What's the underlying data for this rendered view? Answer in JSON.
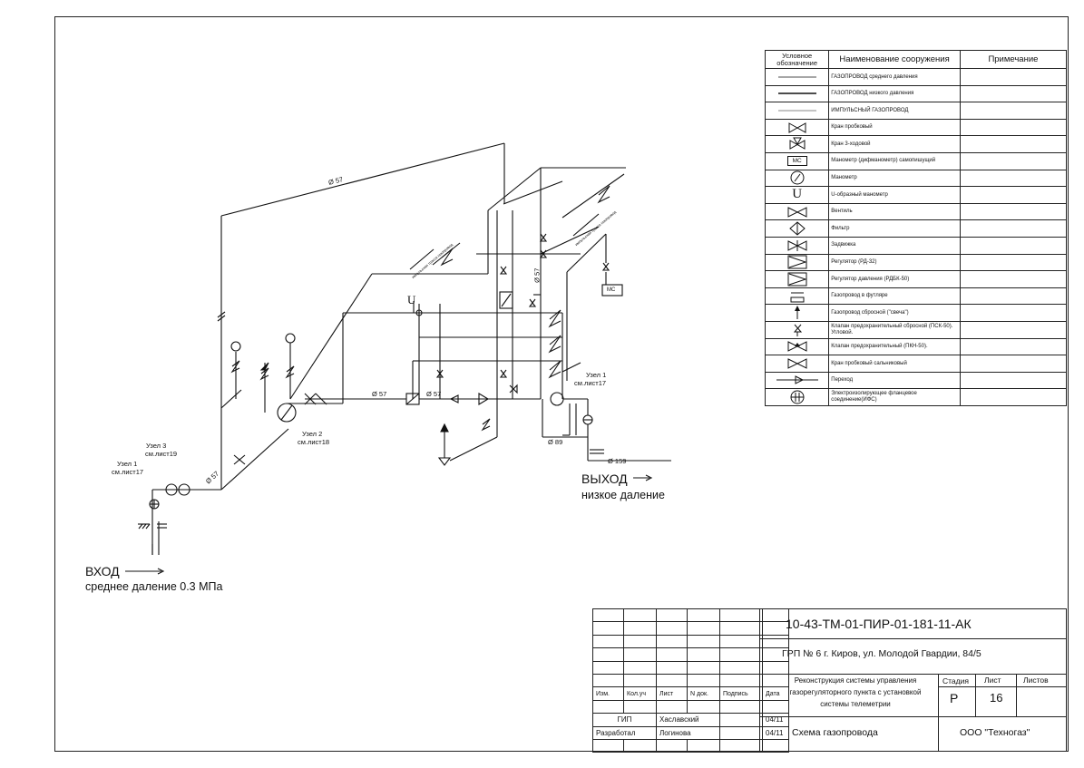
{
  "legend": {
    "headers": {
      "symbol": "Условное обозначение",
      "name": "Наименование сооружения",
      "remark": "Примечание"
    },
    "rows": [
      {
        "symbol": "line-icon",
        "name": "ГАЗОПРОВОД среднего давления"
      },
      {
        "symbol": "thick-line-icon",
        "name": "ГАЗОПРОВОД низкого давления"
      },
      {
        "symbol": "thin-line-icon",
        "name": "ИМПУЛЬСНЫЙ ГАЗОПРОВОД"
      },
      {
        "symbol": "plug-valve-icon",
        "name": "Кран пробковый"
      },
      {
        "symbol": "three-way-valve-icon",
        "name": "Кран 3-ходовой"
      },
      {
        "symbol": "ms-box-icon",
        "name": "Манометр (дифманометр) самопишущий",
        "box_text": "МС"
      },
      {
        "symbol": "gauge-icon",
        "name": "Манометр"
      },
      {
        "symbol": "u-gauge-icon",
        "name": "U-образный манометр",
        "glyph": "U"
      },
      {
        "symbol": "shutoff-valve-icon",
        "name": "Вентиль"
      },
      {
        "symbol": "filter-icon",
        "name": "Фильтр"
      },
      {
        "symbol": "gate-valve-icon",
        "name": "Задвижка"
      },
      {
        "symbol": "regulator-icon",
        "name": "Регулятор (РД-32)"
      },
      {
        "symbol": "pressure-regulator-icon",
        "name": "Регулятор давления (РДБК-50)"
      },
      {
        "symbol": "casing-icon",
        "name": "Газопровод в футляре"
      },
      {
        "symbol": "vent-arrow-icon",
        "name": "Газопровод сбросной (\"свеча\")"
      },
      {
        "symbol": "relief-valve-icon",
        "name": "Клапан предохранительный сбросной (ПСК-50). Угловой."
      },
      {
        "symbol": "safety-shutoff-icon",
        "name": "Клапан предохранительный (ПКН-50)."
      },
      {
        "symbol": "steel-plug-valve-icon",
        "name": "Кран пробковый сальниковый"
      },
      {
        "symbol": "transition-icon",
        "name": "Переход"
      },
      {
        "symbol": "insulating-flange-icon",
        "name": "Электроизолирующее фланцевое соединение(ИФС)"
      }
    ]
  },
  "diagram": {
    "labels": {
      "d57_top": "Ø 57",
      "d57_vertical": "Ø 57",
      "d57_left": "Ø 57",
      "d57_mid1": "Ø 57",
      "d57_mid2": "Ø 57",
      "d89": "Ø 89",
      "d159": "Ø 159",
      "ms_box": "МС",
      "u_glyph": "U",
      "node1_right_a": "Узел 1",
      "node1_right_b": "см.лист17",
      "node2_a": "Узел 2",
      "node2_b": "см.лист18",
      "node3_a": "Узел 3",
      "node3_b": "см.лист19",
      "node1_left_a": "Узел 1",
      "node1_left_b": "см.лист17",
      "outlet_title": "ВЫХОД",
      "outlet_sub": "низкое даление",
      "inlet_title": "ВХОД",
      "inlet_sub": "среднее даление 0.3 МПа",
      "impulse_a": "импульсная трасса газопровод",
      "impulse_b": "импульсная трасса газопровод"
    }
  },
  "stamp": {
    "code": "10-43-ТМ-01-ПИР-01-181-11-АК",
    "object": "ГРП № 6 г. Киров, ул. Молодой Гвардии, 84/5",
    "cols": [
      "Изм.",
      "Кол.уч",
      "Лист",
      "N док.",
      "Подпись",
      "Дата"
    ],
    "people": [
      {
        "role": "ГИП",
        "name": "Хаславский",
        "date": "04/11"
      },
      {
        "role": "Разработал",
        "name": "Логинова",
        "date": "04/11"
      }
    ],
    "project_lines": [
      "Реконструкция системы управления",
      "газорегуляторного пункта с установкой",
      "системы телеметрии"
    ],
    "stage_label": "Стадия",
    "sheet_label": "Лист",
    "sheets_label": "Листов",
    "stage": "Р",
    "sheet": "16",
    "sheets": "",
    "drawing_title": "Схема газопровода",
    "company": "ООО \"Техногаз\""
  }
}
